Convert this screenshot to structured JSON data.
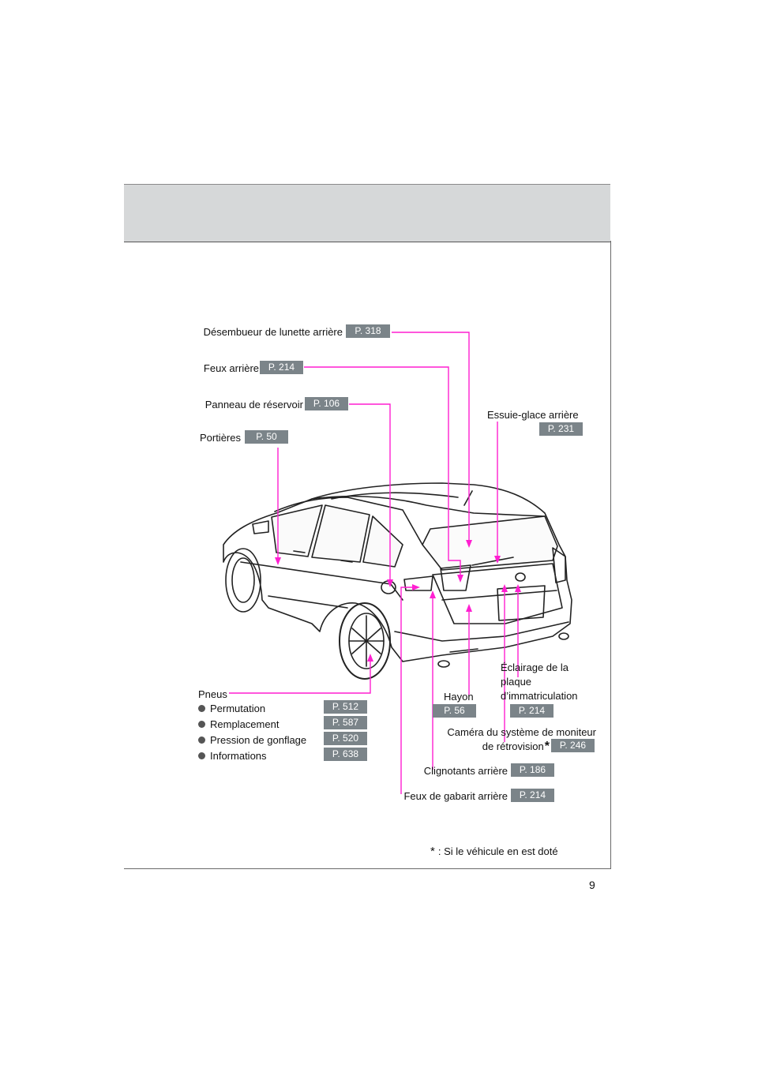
{
  "page": {
    "number": "9"
  },
  "colors": {
    "leader": "#ff1fd1",
    "badge": "#7b8489",
    "band": "#d6d8d9"
  },
  "callouts": {
    "desembueur": {
      "label": "Désembueur de lunette arrière",
      "page": "P. 318"
    },
    "feux_arriere": {
      "label": "Feux arrière",
      "page": "P. 214"
    },
    "panneau": {
      "label": "Panneau de réservoir",
      "page": "P. 106"
    },
    "portieres": {
      "label": "Portières",
      "page": "P. 50"
    },
    "essuie_glace": {
      "label": "Essuie-glace arrière",
      "page": "P. 231"
    },
    "eclairage": {
      "line1": "Éclairage de la",
      "line2": "plaque",
      "line3": "d’immatriculation",
      "page": "P. 214"
    },
    "hayon": {
      "label": "Hayon",
      "page": "P. 56"
    },
    "camera": {
      "line1": "Caméra du système de moniteur",
      "line2": "de rétrovision",
      "page": "P. 246"
    },
    "clignotants": {
      "label": "Clignotants arrière",
      "page": "P. 186"
    },
    "gabarit": {
      "label": "Feux de gabarit arrière",
      "page": "P. 214"
    },
    "pneus": {
      "label": "Pneus",
      "items": [
        {
          "label": "Permutation",
          "page": "P. 512"
        },
        {
          "label": "Remplacement",
          "page": "P. 587"
        },
        {
          "label": "Pression de gonflage",
          "page": "P. 520"
        },
        {
          "label": "Informations",
          "page": "P. 638"
        }
      ]
    }
  },
  "footnote": {
    "star": "*",
    "text": ": Si le véhicule en est doté"
  }
}
